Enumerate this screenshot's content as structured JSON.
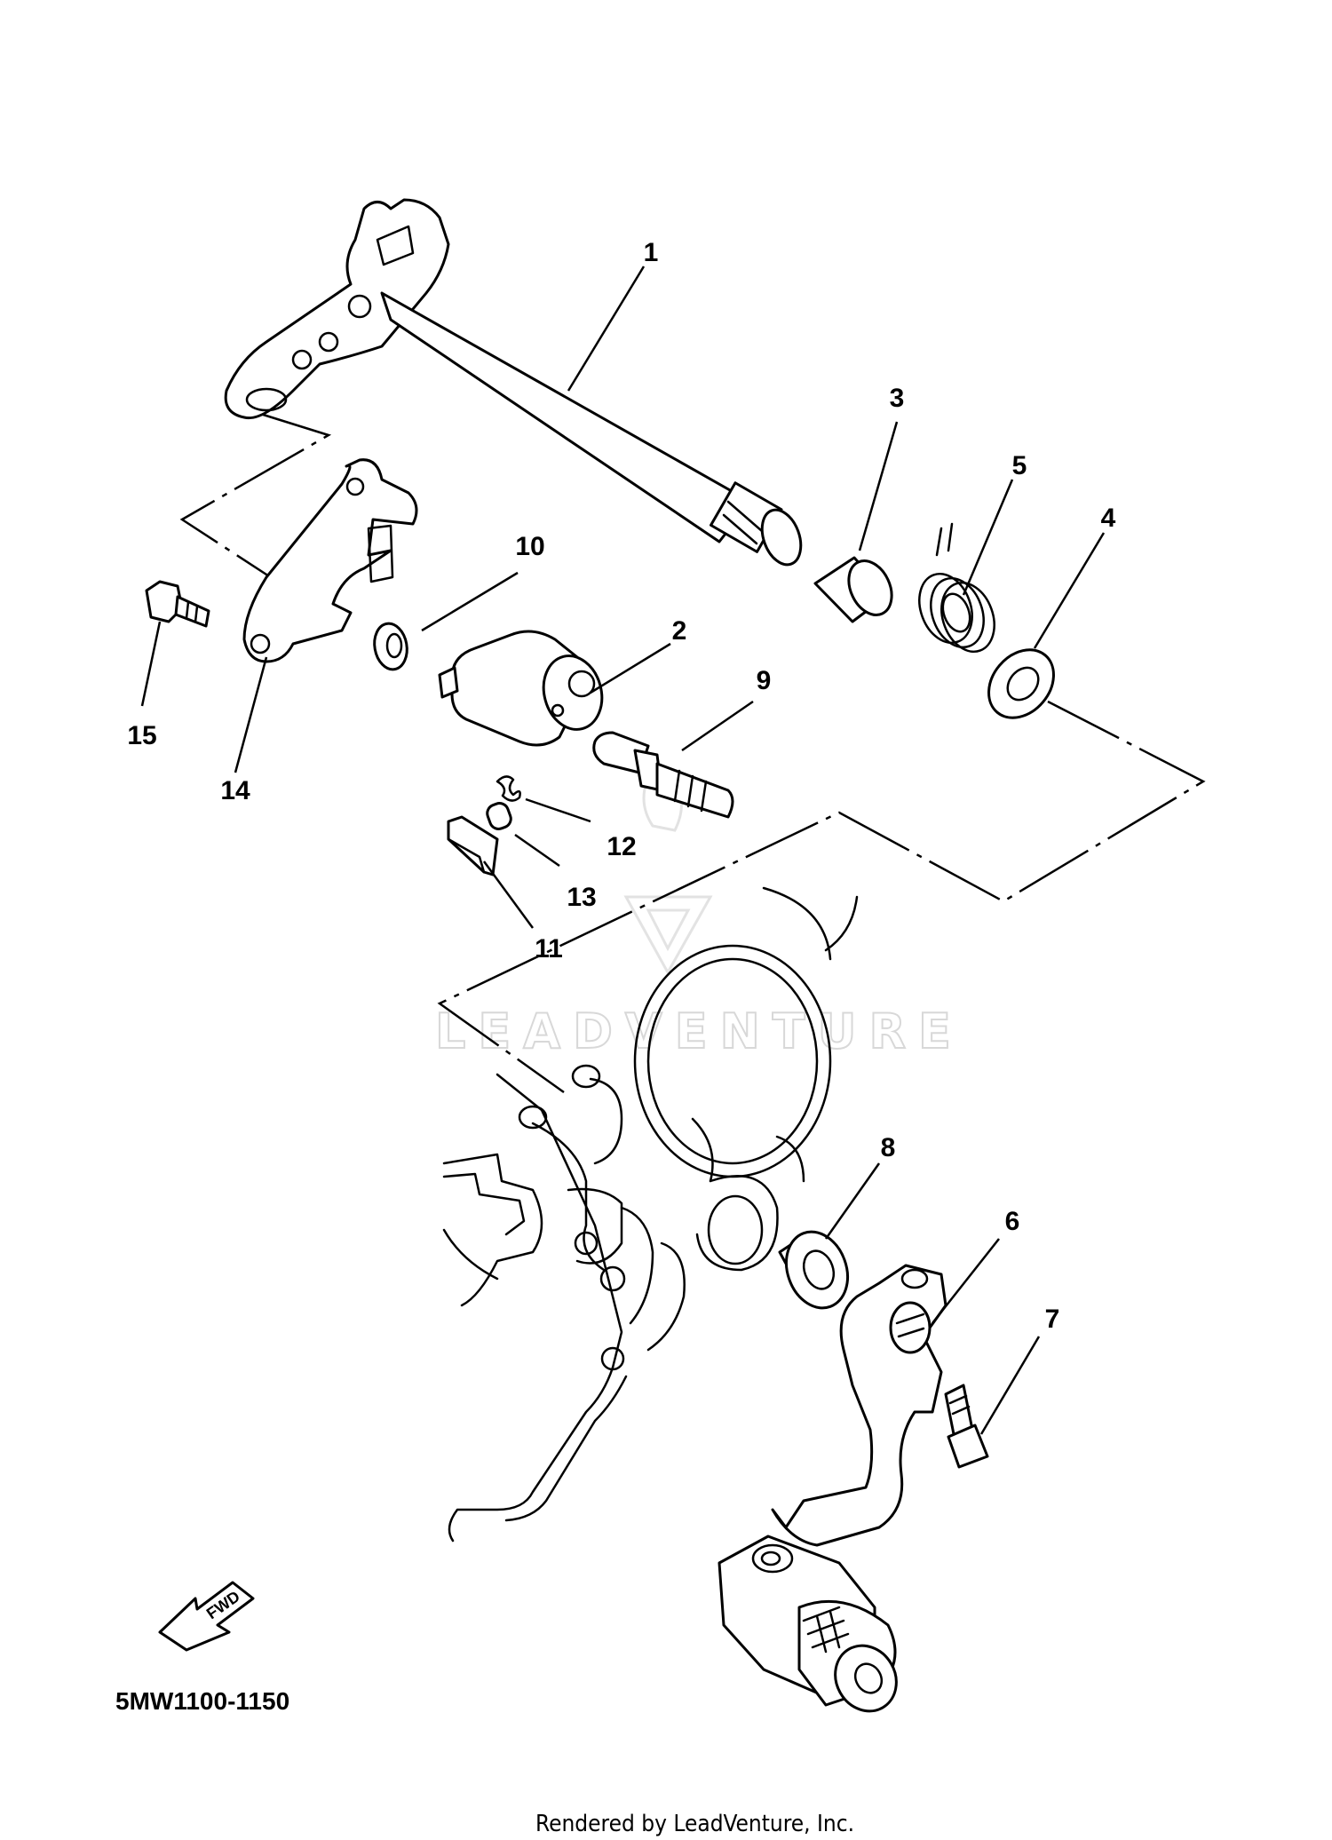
{
  "callouts": {
    "c1": "1",
    "c2": "2",
    "c3": "3",
    "c4": "4",
    "c5": "5",
    "c6": "6",
    "c7": "7",
    "c8": "8",
    "c9": "9",
    "c10": "10",
    "c11": "11",
    "c12": "12",
    "c13": "13",
    "c14": "14",
    "c15": "15"
  },
  "diagram_code": "5MW1100-1150",
  "fwd_label": "FWD",
  "watermark": "LEADVENTURE",
  "credit": "Rendered by LeadVenture, Inc."
}
